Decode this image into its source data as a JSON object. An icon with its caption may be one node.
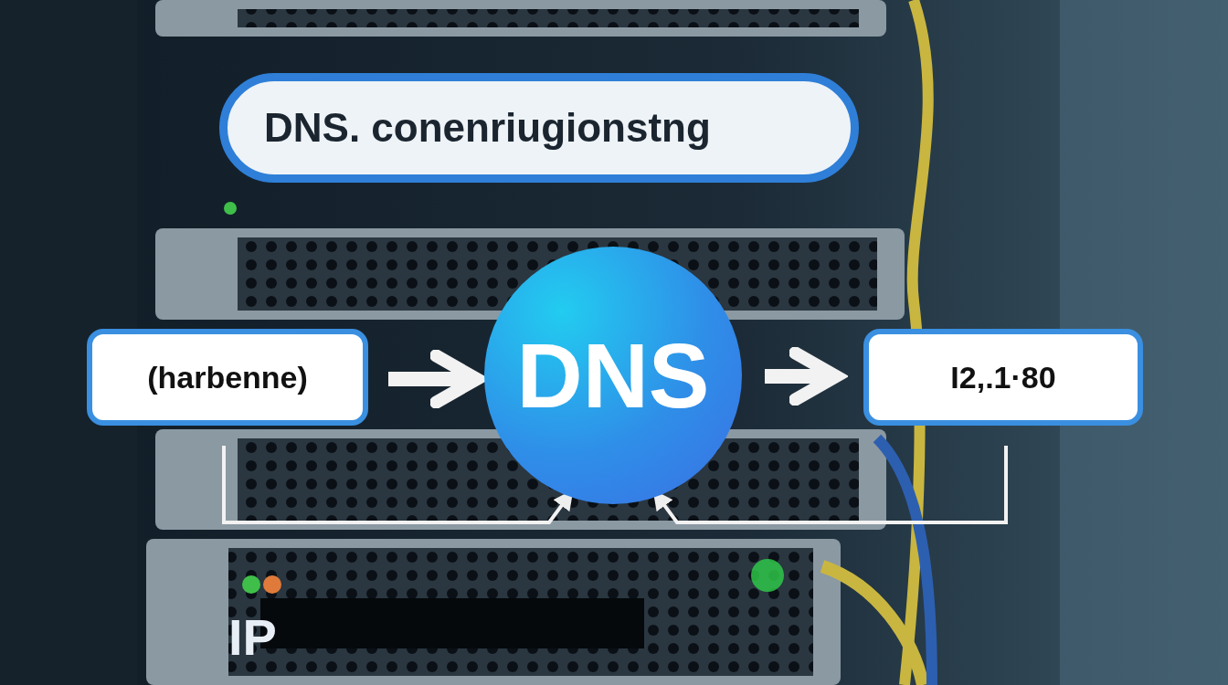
{
  "diagram": {
    "nodes": [
      {
        "text": [
          "DNS. conenriugionstng"
        ]
      },
      {
        "text": [
          "(harbenne)"
        ]
      },
      {
        "text": [
          "DNS"
        ]
      },
      {
        "text": [
          "I2,.1·80"
        ]
      }
    ],
    "edges": [
      {
        "from": 1,
        "to": 2,
        "arrow": "to",
        "style": "thick"
      },
      {
        "from": 2,
        "to": 3,
        "arrow": "to",
        "style": "thick"
      },
      {
        "from": 1,
        "to": 2,
        "arrow": "to"
      },
      {
        "from": 3,
        "to": 2,
        "arrow": "to"
      }
    ],
    "labels": [
      "IP"
    ]
  }
}
